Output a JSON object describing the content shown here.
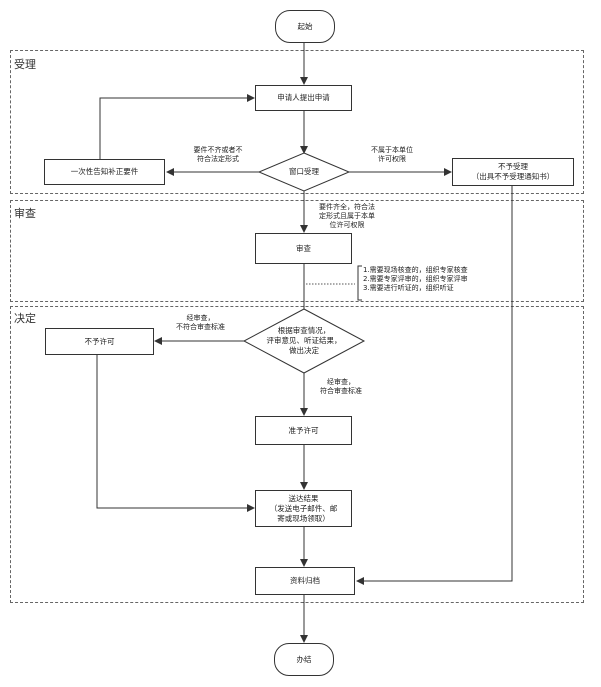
{
  "nodes": {
    "start": "起始",
    "apply": "申请人提出申请",
    "window": "窗口受理",
    "supplement": "一次性告知补正要件",
    "reject_accept": "不予受理\n（出具不予受理通知书）",
    "review": "审查",
    "decision": "根据审查情况，\n评审意见、听证结果，\n做出决定",
    "deny": "不予许可",
    "approve": "准予许可",
    "deliver": "送达结果\n（发送电子邮件、邮\n寄或现场领取）",
    "archive": "资料归档",
    "end": "办结"
  },
  "sections": {
    "accept": "受理",
    "review": "审查",
    "decide": "决定"
  },
  "labels": {
    "incomplete": "要件不齐或者不\n符合法定形式",
    "not_scope": "不属于本单位\n许可权限",
    "complete": "要件齐全，符合法\n定形式且属于本单\n位许可权限",
    "review_note": "1.需要现场核查的，组织专家核查\n2.需要专家评审的，组织专家评审\n3.需要进行听证的，组织听证",
    "fail": "经审查，\n不符合审查标准",
    "pass": "经审查，\n符合审查标准"
  }
}
